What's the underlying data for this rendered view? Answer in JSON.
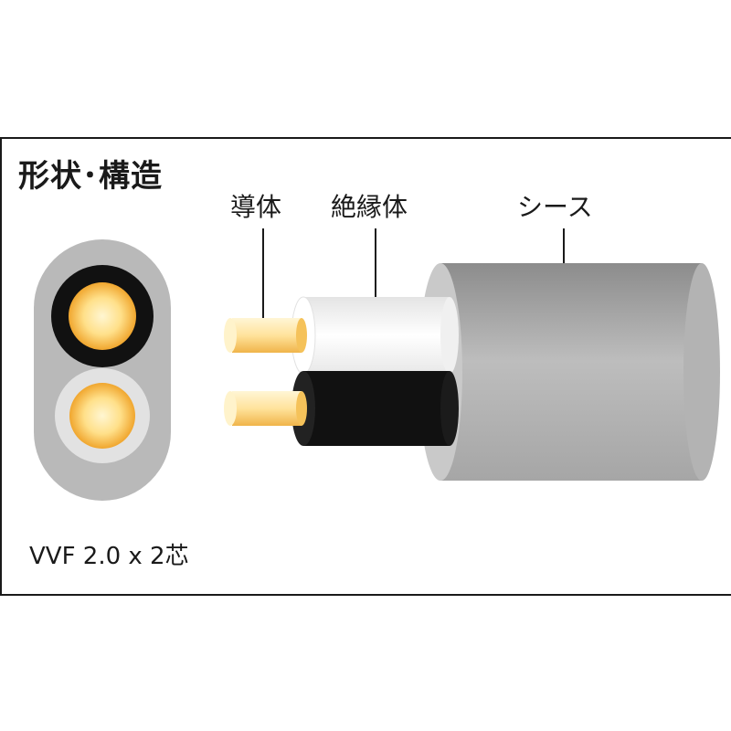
{
  "title": "形状･構造",
  "labels": {
    "conductor": "導体",
    "insulator": "絶縁体",
    "sheath": "シース"
  },
  "caption": "VVF 2.0 x 2芯",
  "colors": {
    "sheath": "#b7b7b7",
    "sheath_dark": "#8e8e8e",
    "conductor_core": "#fff3c4",
    "conductor_edge": "#f2b43a",
    "insulator_white": "#ffffff",
    "insulator_black": "#111111"
  }
}
